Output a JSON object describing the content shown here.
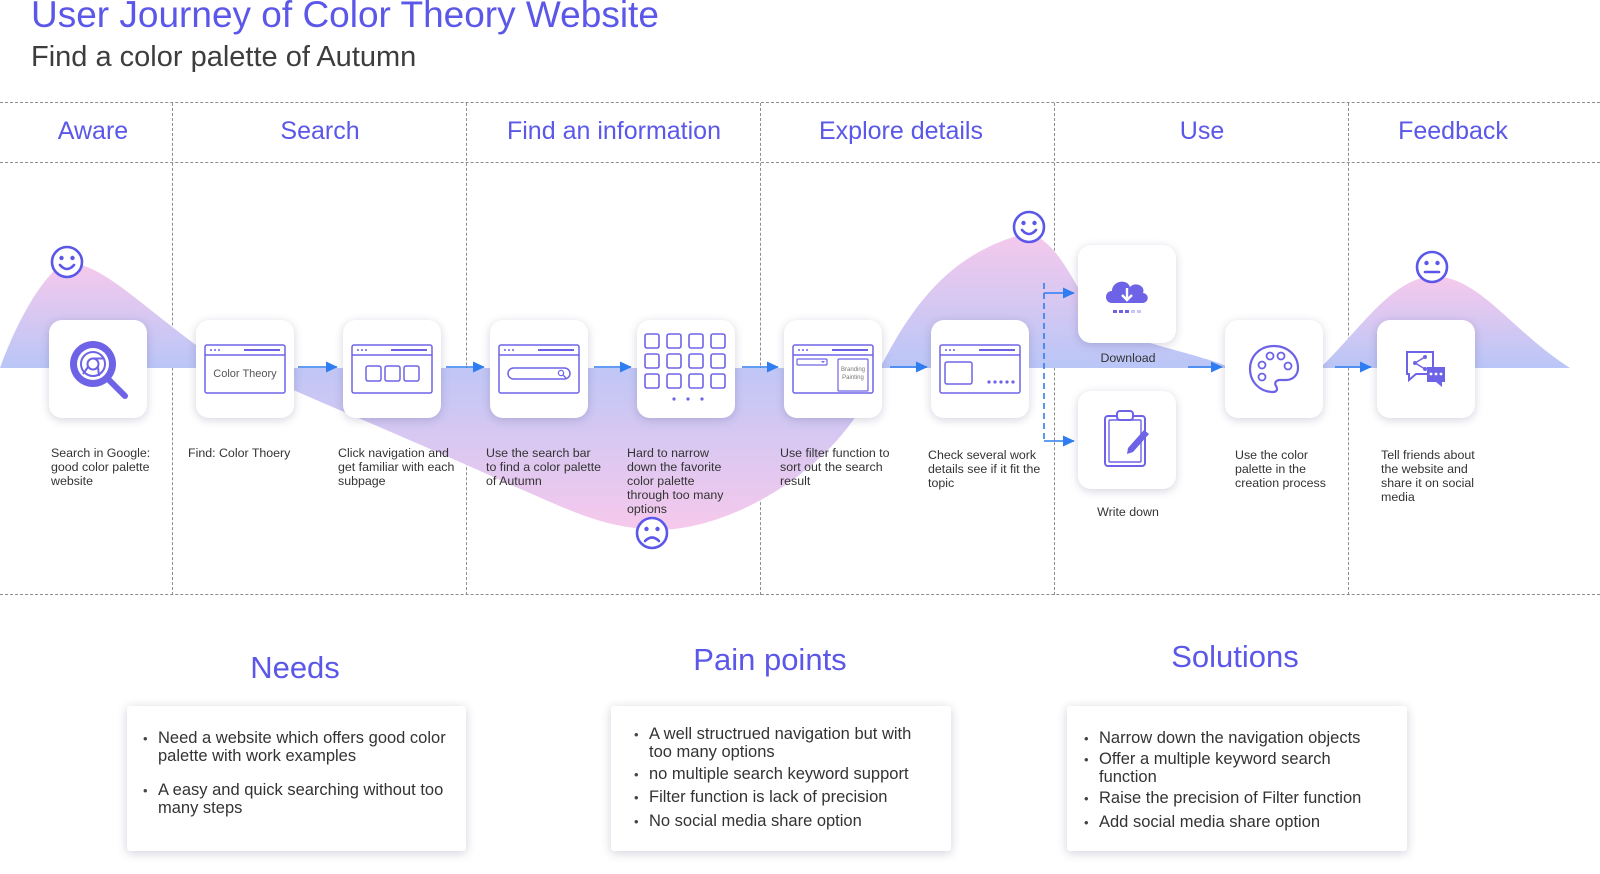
{
  "header": {
    "title": "User Journey of Color Theory Website",
    "subtitle": "Find a color palette of Autumn"
  },
  "stages": [
    "Aware",
    "Search",
    "Find an information",
    "Explore details",
    "Use",
    "Feedback"
  ],
  "steps": {
    "google": "Search in Google: good color palette website",
    "find": "Find: Color Thoery",
    "navigate": "Click navigation and get familiar with each subpage",
    "searchbar": "Use the search bar to find a color palette of Autumn",
    "narrow": "Hard to narrow down the favorite color palette through too many options",
    "filter": "Use filter function to sort out the search result",
    "details": "Check several work details see if it fit the topic",
    "download": "Download",
    "write": "Write down",
    "palette": "Use the color palette in the creation process",
    "share": "Tell friends about the website and share it on social media"
  },
  "card_labels": {
    "color_theory": "Color Theory",
    "branding": "Branding",
    "painting": "Painting"
  },
  "emotions": {
    "aware": "happy",
    "narrow": "sad",
    "details": "happy",
    "feedback": "neutral"
  },
  "icons": {
    "aware": "search-chrome-icon",
    "find": "browser-window-icon",
    "navigate": "browser-subpages-icon",
    "searchbar": "browser-search-bar-icon",
    "narrow": "grid-options-icon",
    "filter": "browser-filter-icon",
    "details": "browser-detail-icon",
    "download": "cloud-download-icon",
    "write": "clipboard-edit-icon",
    "palette": "color-palette-icon",
    "share": "share-chat-icon"
  },
  "needs": {
    "title": "Needs",
    "items": [
      "Need a website which offers good color palette with work examples",
      "A easy and quick searching without too many steps"
    ]
  },
  "pain_points": {
    "title": "Pain points",
    "items": [
      "A well structrued navigation but with too many options",
      "no multiple search keyword support",
      "Filter function is lack of precision",
      "No social media share option"
    ]
  },
  "solutions": {
    "title": "Solutions",
    "items": [
      "Narrow down the navigation objects",
      "Offer a multiple keyword search function",
      "Raise the precision of Filter function",
      "Add social media share option"
    ]
  },
  "colors": {
    "accent": "#5b57e8",
    "icon": "#6e63e6",
    "arrow": "#2f7df0",
    "curve_pink": "#f6c9ec",
    "curve_blue": "#b9c6f7",
    "divider": "#8e8e8e"
  }
}
